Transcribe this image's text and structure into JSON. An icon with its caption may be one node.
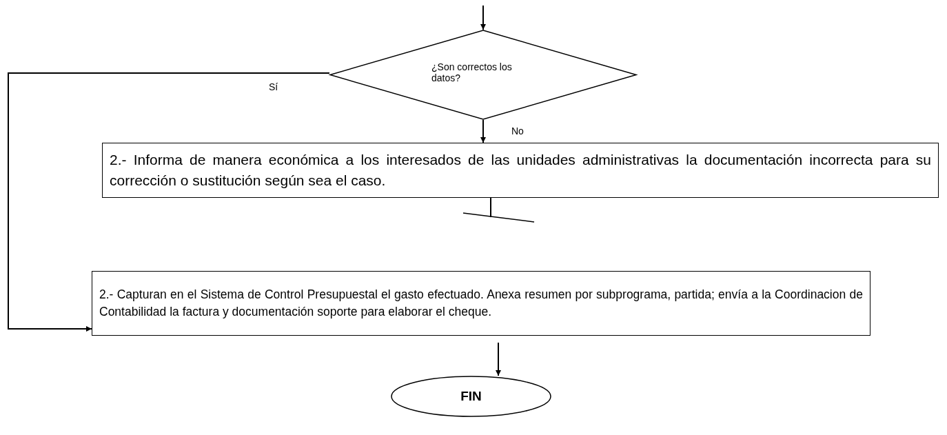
{
  "diagram": {
    "nodes": [
      {
        "text": [
          "¿Son correctos los datos?"
        ]
      },
      {
        "text": [
          "2.- Informa de manera económica a los interesados de las unidades administrativas la documentación incorrecta para su corrección o sustitución según sea el caso."
        ]
      },
      {
        "text": [],
        "shape": "bar"
      },
      {
        "text": [
          "2.- Capturan en el Sistema de Control Presupuestal el gasto efectuado. Anexa resumen por subprograma, partida; envía a la Coordinacion de Contabilidad la factura y documentación soporte para elaborar el cheque."
        ]
      },
      {
        "text": [
          "FIN"
        ]
      }
    ],
    "edges": [
      {
        "from": null,
        "to": 0,
        "arrow": "to"
      },
      {
        "from": 0,
        "to": 3,
        "arrow": "to",
        "label": "Sí"
      },
      {
        "from": 0,
        "to": 1,
        "arrow": "to",
        "label": "No"
      },
      {
        "from": 1,
        "to": 2,
        "arrow": "none"
      },
      {
        "from": 3,
        "to": 4,
        "arrow": "to"
      }
    ]
  }
}
